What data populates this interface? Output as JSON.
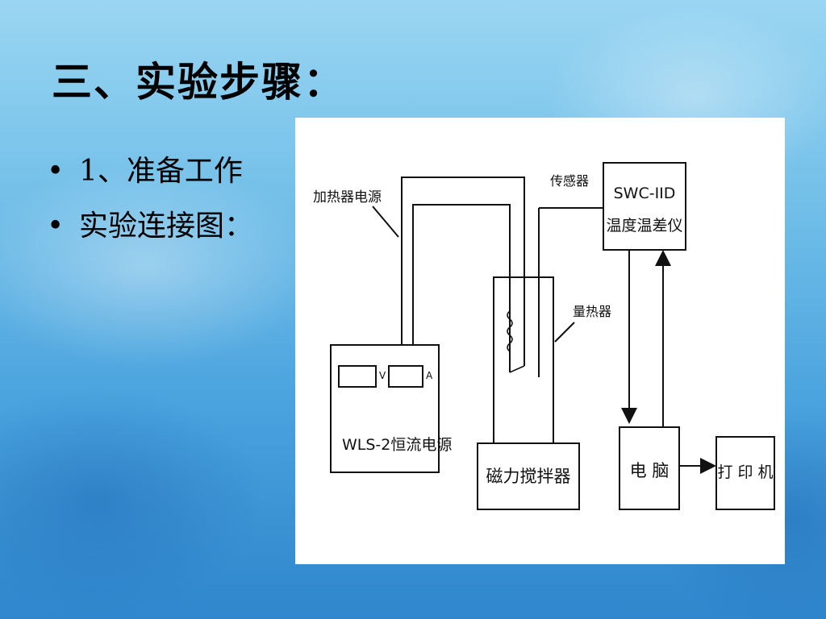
{
  "slide": {
    "title": "三、实验步骤：",
    "bullets": [
      {
        "text": "1、准备工作"
      },
      {
        "text": "实验连接图："
      }
    ]
  },
  "diagram": {
    "heater_power_label": "加热器电源",
    "sensor_label": "传感器",
    "calorimeter_label": "量热器",
    "temp_instrument": {
      "line1": "SWC-IID",
      "line2": "温度温差仪"
    },
    "power_supply": {
      "name": "WLS-2恒流电源",
      "meter_v": "V",
      "meter_a": "A"
    },
    "stirrer": "磁力搅拌器",
    "computer": "电  脑",
    "printer": "打 印 机"
  }
}
